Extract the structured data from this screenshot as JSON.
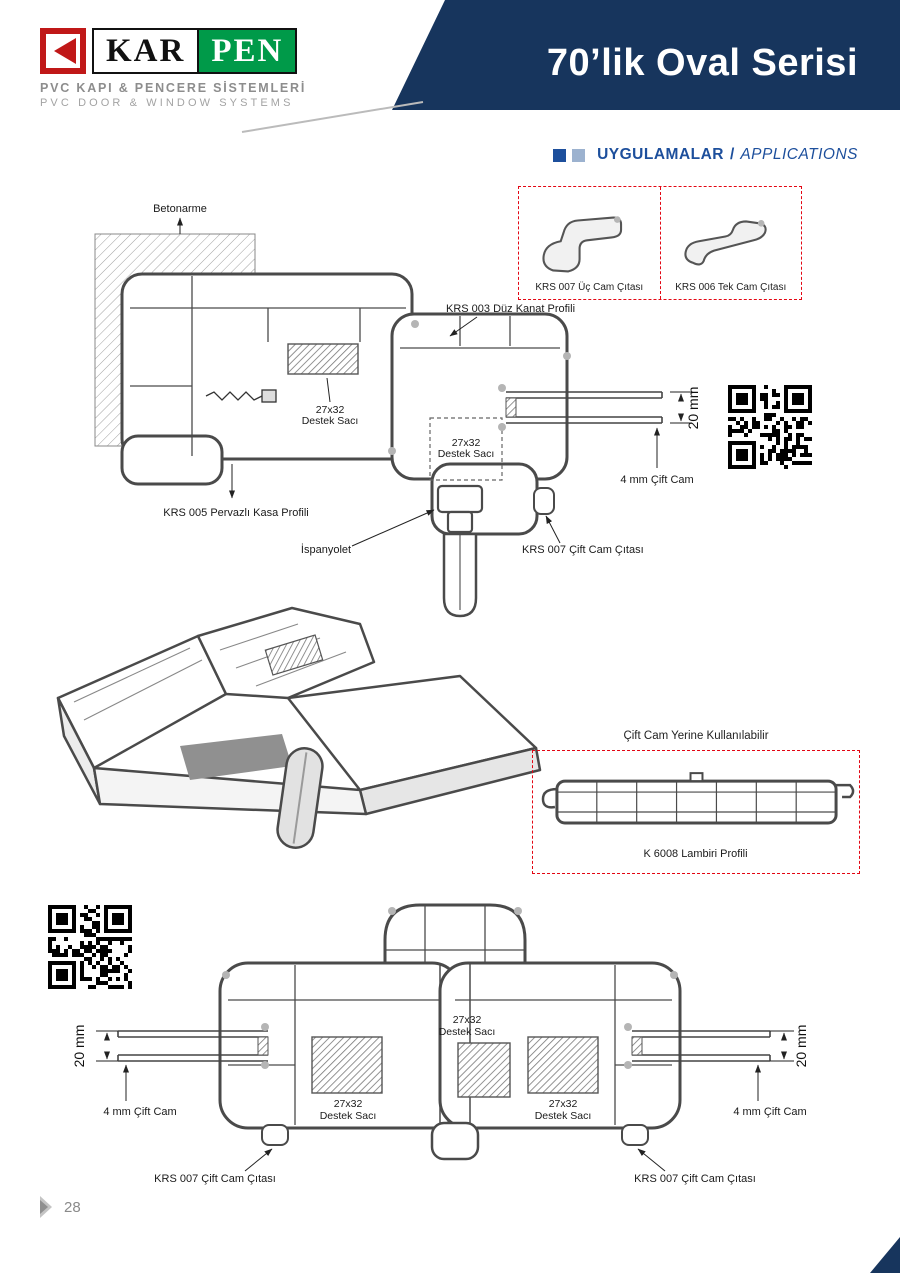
{
  "header": {
    "logo": {
      "kar": "KAR",
      "pen": "PEN",
      "subtitle_tr": "PVC KAPI & PENCERE SİSTEMLERİ",
      "subtitle_en": "PVC DOOR & WINDOW SYSTEMS"
    },
    "banner_title": "70’lik Oval Serisi"
  },
  "section_header": {
    "title_tr": "UYGULAMALAR",
    "separator": "/",
    "title_en": "APPLICATIONS"
  },
  "glazing_beads_box": {
    "items": [
      {
        "label": "KRS 007 Üç Cam Çıtası"
      },
      {
        "label": "KRS 006 Tek Cam Çıtası"
      }
    ]
  },
  "top_diagram": {
    "betonarme": "Betonarme",
    "krs003": "KRS 003 Düz Kanat Profili",
    "krs005": "KRS 005 Pervazlı Kasa Profili",
    "ispanyolet": "İspanyolet"
  },
  "middle_section": {
    "note": "Çift Cam Yerine Kullanılabilir",
    "lambiri_label": "K 6008 Lambiri Profili"
  },
  "shared": {
    "destek_line1": "27x32",
    "destek_line2": "Destek Sacı",
    "krs007_cift_cam_citasi": "KRS 007 Çift Cam Çıtası",
    "dim_20mm": "20 mm",
    "cift_cam_4mm": "4 mm Çift Cam"
  },
  "footer": {
    "page_number": "28"
  },
  "colors": {
    "banner_blue": "#17355d",
    "accent_blue": "#1d4f9c",
    "logo_green": "#009a49",
    "logo_red": "#c01818",
    "dashed_red": "#e30613"
  }
}
